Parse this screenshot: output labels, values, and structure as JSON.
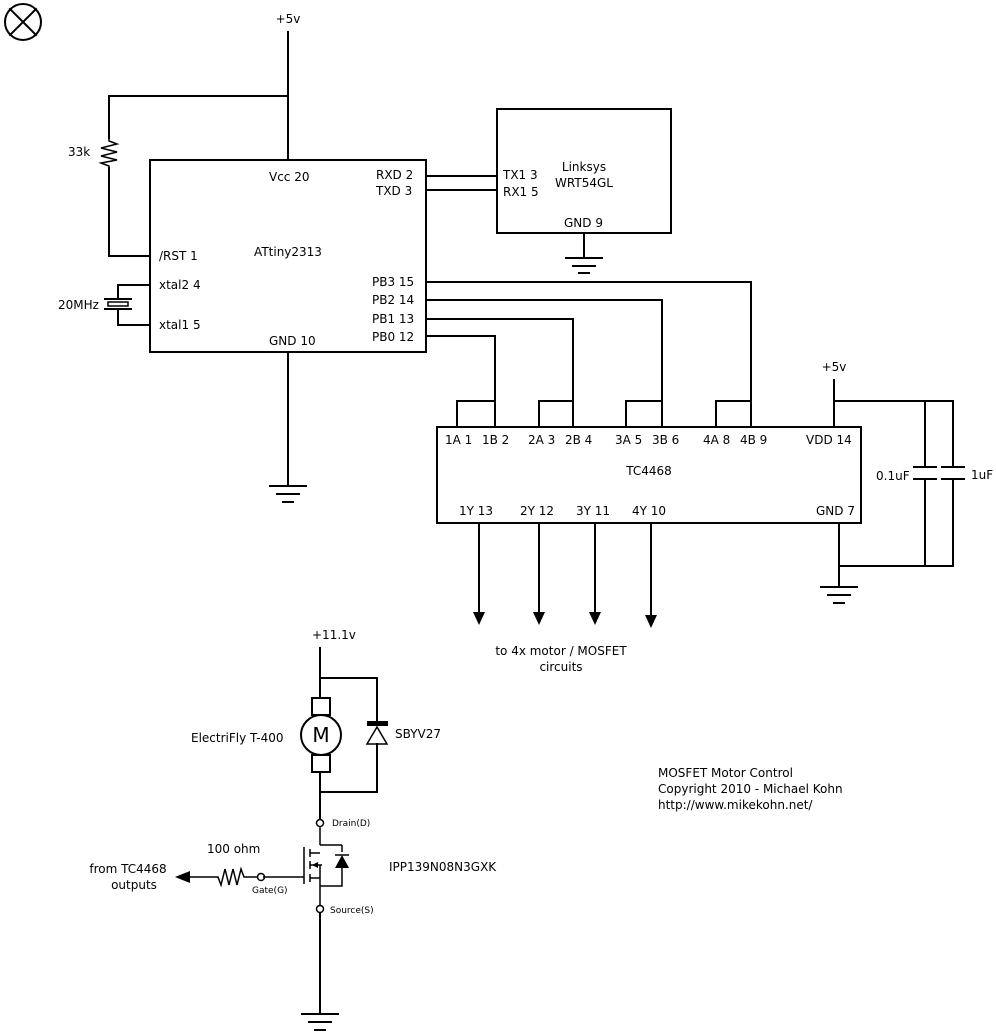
{
  "attiny": {
    "name": "ATtiny2313",
    "pins": {
      "vcc": "Vcc 20",
      "rst": "/RST 1",
      "xtal2": "xtal2 4",
      "xtal1": "xtal1 5",
      "gnd": "GND 10",
      "rxd": "RXD 2",
      "txd": "TXD 3",
      "pb3": "PB3 15",
      "pb2": "PB2 14",
      "pb1": "PB1 13",
      "pb0": "PB0 12"
    }
  },
  "router": {
    "line1": "Linksys",
    "line2": "WRT54GL",
    "pins": {
      "tx1": "TX1 3",
      "rx1": "RX1 5",
      "gnd": "GND 9"
    }
  },
  "driver": {
    "name": "TC4468",
    "pins": {
      "a1": "1A 1",
      "b1": "1B 2",
      "a2": "2A 3",
      "b2": "2B 4",
      "a3": "3A 5",
      "b3": "3B 6",
      "a4": "4A 8",
      "b4": "4B 9",
      "vdd": "VDD 14",
      "y1": "1Y 13",
      "y2": "2Y 12",
      "y3": "3Y 11",
      "y4": "4Y 10",
      "gnd": "GND 7"
    }
  },
  "components": {
    "supply_top": "+5v",
    "supply_right": "+5v",
    "resistor_reset": "33k",
    "crystal": "20MHz",
    "cap1": "0.1uF",
    "cap2": "1uF",
    "motor_supply": "+11.1v",
    "motor": "ElectriFly T-400",
    "motor_symbol": "M",
    "diode": "SBYV27",
    "mosfet": "IPP139N08N3GXK",
    "drain": "Drain(D)",
    "gate": "Gate(G)",
    "source": "Source(S)",
    "gate_resistor": "100 ohm"
  },
  "notes": {
    "outputs_line1": "to 4x motor / MOSFET",
    "outputs_line2": "circuits",
    "from_line1": "from TC4468",
    "from_line2": "outputs",
    "credit_line1": "MOSFET Motor Control",
    "credit_line2": "Copyright 2010 - Michael Kohn",
    "credit_line3": "http://www.mikekohn.net/"
  }
}
